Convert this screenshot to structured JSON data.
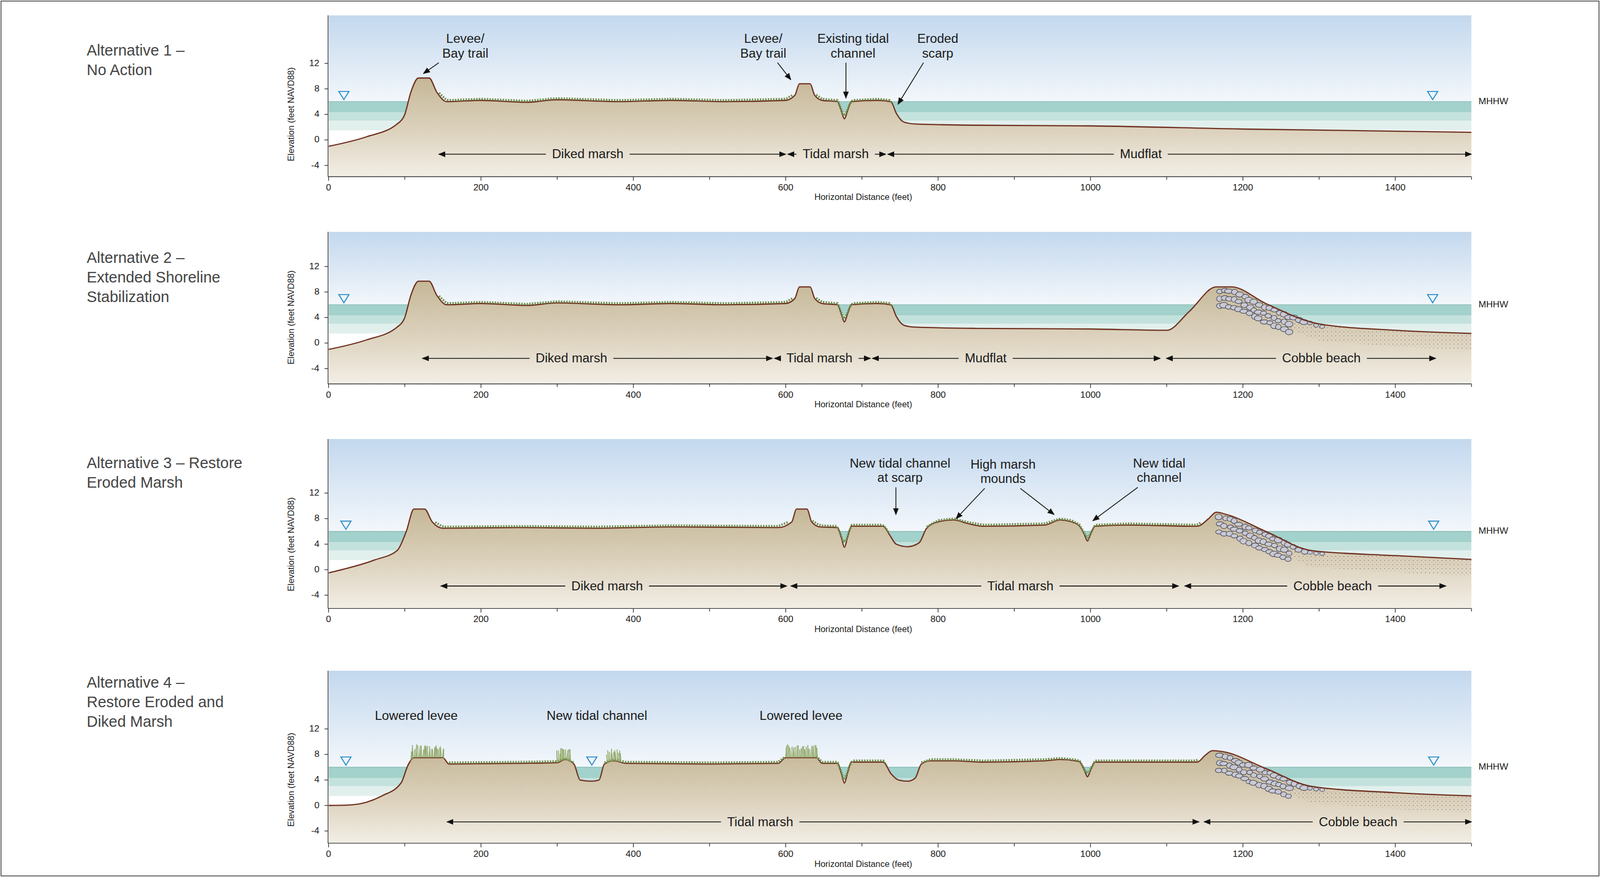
{
  "diagram": {
    "labels": [
      "Alternative 1 – No Action",
      "Elevation (feet NAVD88)",
      "12",
      "8",
      "4",
      "0",
      "-4",
      "Levee/ Bay trail",
      "Levee/ Bay trail",
      "Existing tidal channel",
      "Eroded scarp",
      "MHHW",
      "Diked marsh",
      "Tidal marsh",
      "Mudflat",
      "0",
      "200",
      "400",
      "600",
      "800",
      "1000",
      "1200",
      "1400",
      "Horizontal Distance (feet)",
      "Alternative 2 – Extended Shoreline Stabilization",
      "Elevation (feet NAVD88)",
      "12",
      "8",
      "4",
      "0",
      "-4",
      "MHHW",
      "Diked marsh",
      "Tidal marsh",
      "Mudflat",
      "Cobble beach",
      "0",
      "200",
      "400",
      "600",
      "800",
      "1000",
      "1200",
      "1400",
      "Horizontal Distance (feet)",
      "Alternative 3 – Restore Eroded Marsh",
      "Elevation (feet NAVD88)",
      "12",
      "8",
      "4",
      "0",
      "-4",
      "New tidal channel at scarp",
      "High marsh mounds",
      "New tidal channel",
      "MHHW",
      "Diked marsh",
      "Tidal marsh",
      "Cobble beach",
      "0",
      "200",
      "400",
      "600",
      "800",
      "1000",
      "1200",
      "1400",
      "Horizontal Distance (feet)",
      "Alternative 4 – Restore Eroded and Diked Marsh",
      "Elevation (feet NAVD88)",
      "12",
      "8",
      "4",
      "0",
      "-4",
      "Lowered levee",
      "New tidal channel",
      "Lowered levee",
      "MHHW",
      "Tidal marsh",
      "Cobble beach",
      "0",
      "200",
      "400",
      "600",
      "800",
      "1000",
      "1200",
      "1400",
      "Horizontal Distance (feet)"
    ]
  }
}
